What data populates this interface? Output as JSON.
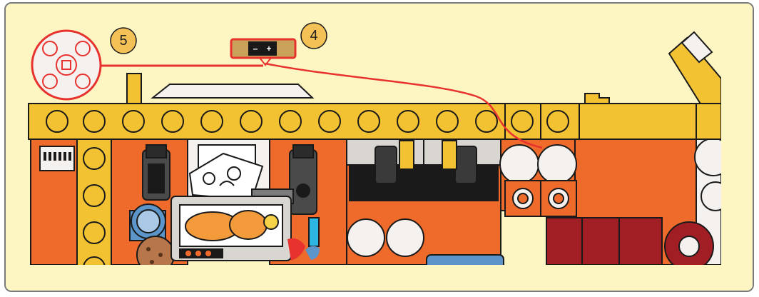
{
  "callouts": [
    {
      "number": "5",
      "part": "round-plate-with-axle-hole"
    },
    {
      "number": "4",
      "part": "battery-terminal"
    }
  ],
  "terminal": {
    "minus": "–",
    "plus": "+"
  },
  "colors": {
    "background": "#fdf6c3",
    "yellow": "#f2c232",
    "orange": "#ee6b2c",
    "highlight_red": "#e8322e",
    "outline": "#1a1a1a",
    "dark": "#2b2b2b",
    "white": "#f4f1ee",
    "blue": "#5b95c9",
    "dark_red": "#a01e24"
  }
}
